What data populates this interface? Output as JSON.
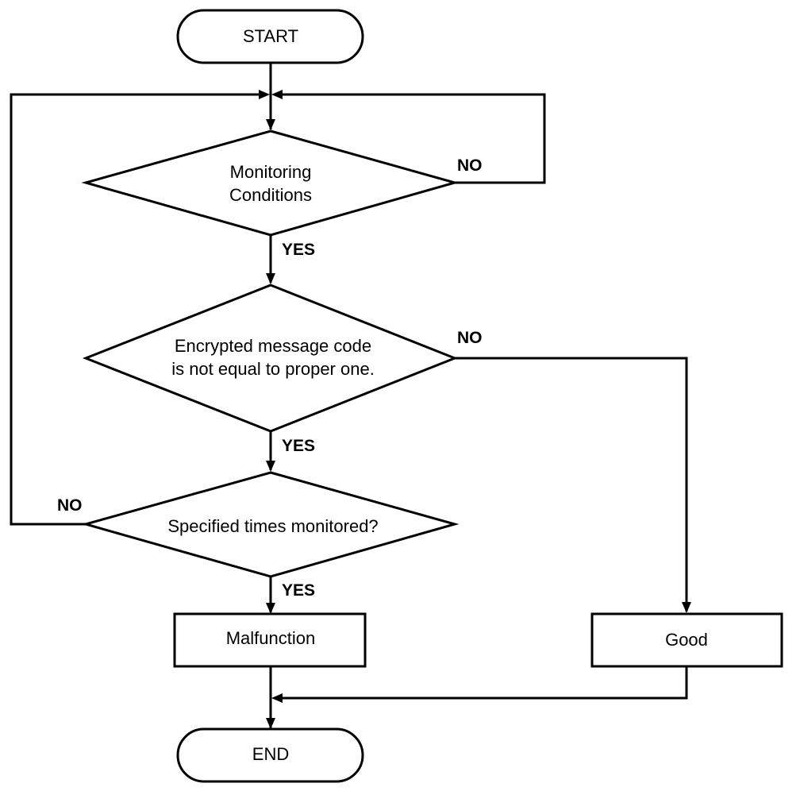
{
  "nodes": {
    "start": "START",
    "monitoring": [
      "Monitoring",
      "Conditions"
    ],
    "encrypted": [
      "Encrypted message code",
      "is not equal to proper one."
    ],
    "specified": "Specified times monitored?",
    "malfunction": "Malfunction",
    "good": "Good",
    "end": "END"
  },
  "branches": {
    "monitoring_no": "NO",
    "monitoring_yes": "YES",
    "encrypted_no": "NO",
    "encrypted_yes": "YES",
    "specified_no": "NO",
    "specified_yes": "YES"
  }
}
